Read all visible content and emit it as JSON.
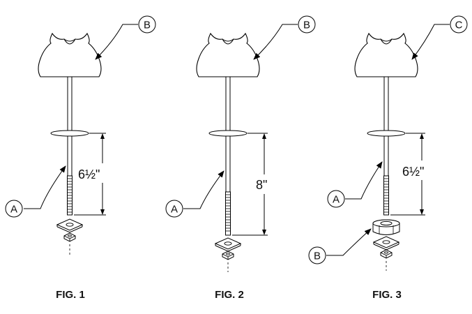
{
  "figures": [
    {
      "label": "FIG. 1",
      "dimension": "6½\"",
      "callouts": {
        "rod": "A",
        "insulator": "B"
      }
    },
    {
      "label": "FIG. 2",
      "dimension": "8\"",
      "callouts": {
        "rod": "A",
        "insulator": "B"
      }
    },
    {
      "label": "FIG. 3",
      "dimension": "6½\"",
      "callouts": {
        "rod": "A",
        "insulator": "C",
        "spacer": "B"
      }
    }
  ]
}
